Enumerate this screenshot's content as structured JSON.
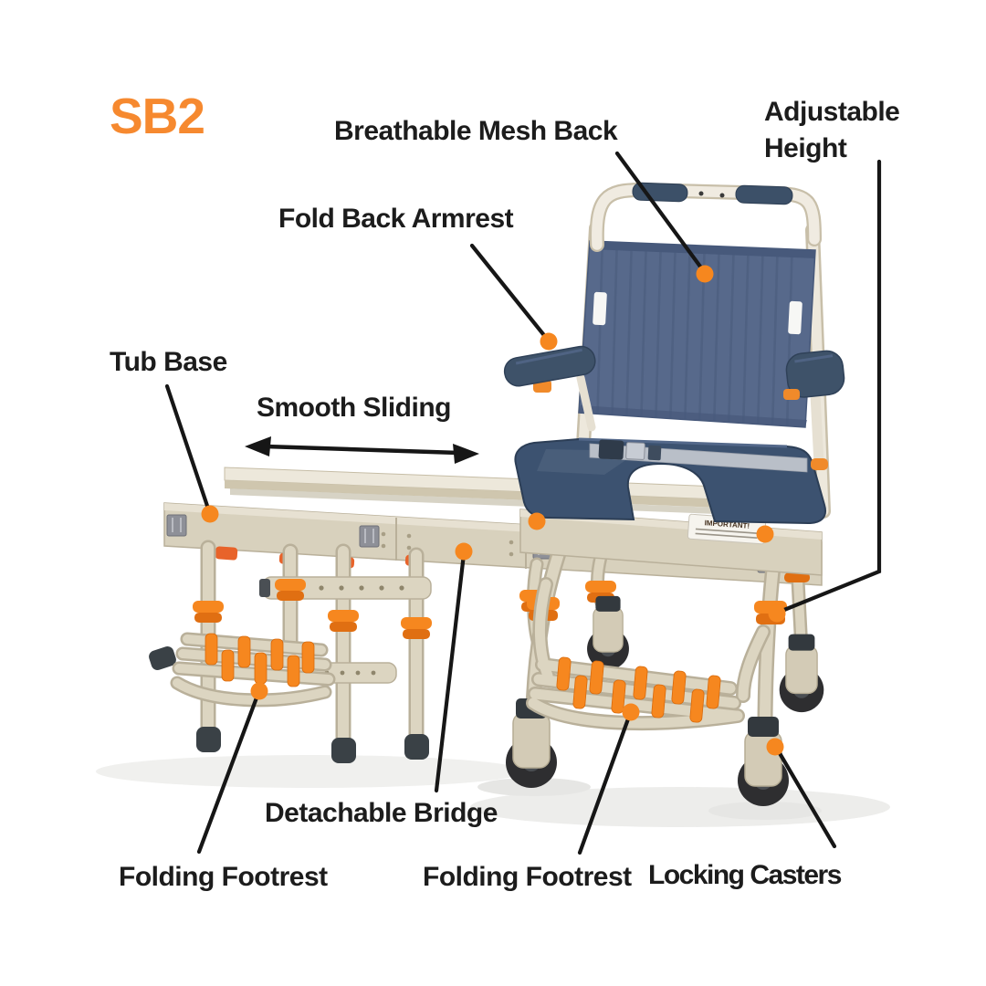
{
  "page": {
    "background": "#FFFFFF",
    "description": "SB2 sliding bathtub transfer shower chair feature diagram"
  },
  "branding": {
    "model": "SB2"
  },
  "labels": {
    "breathable_mesh_back": "Breathable Mesh Back",
    "adjustable_height": "Adjustable Height",
    "fold_back_armrest": "Fold Back Armrest",
    "tub_base": "Tub Base",
    "smooth_sliding": "Smooth Sliding",
    "detachable_bridge": "Detachable Bridge",
    "folding_footrest_left": "Folding Footrest",
    "folding_footrest_right": "Folding Footrest",
    "locking_casters": "Locking Casters"
  },
  "sticker": {
    "text": "IMPORTANT!"
  },
  "colors": {
    "accent_orange": "#F6871F",
    "brand_orange": "#F6892F",
    "callout_line": "#161616",
    "label_text": "#1C1C1C",
    "mesh_blue": "#57698B",
    "seat_navy": "#3C5270",
    "frame_beige": "#DCD5C1",
    "frame_shadow": "#B9B09A",
    "wheel_black": "#2E2E30"
  }
}
